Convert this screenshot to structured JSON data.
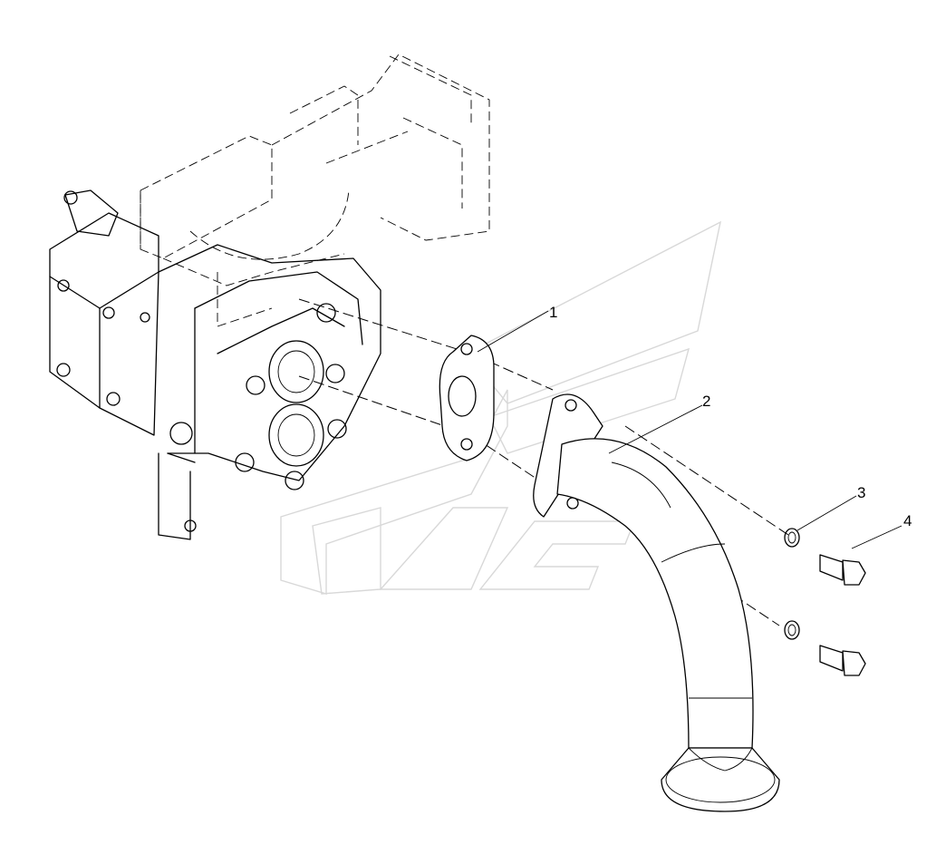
{
  "callouts": [
    {
      "id": "1",
      "label": "1"
    },
    {
      "id": "2",
      "label": "2"
    },
    {
      "id": "3",
      "label": "3"
    },
    {
      "id": "4",
      "label": "4"
    }
  ],
  "colors": {
    "line": "#000000",
    "watermark": "#d8d8d8",
    "background": "#ffffff"
  }
}
